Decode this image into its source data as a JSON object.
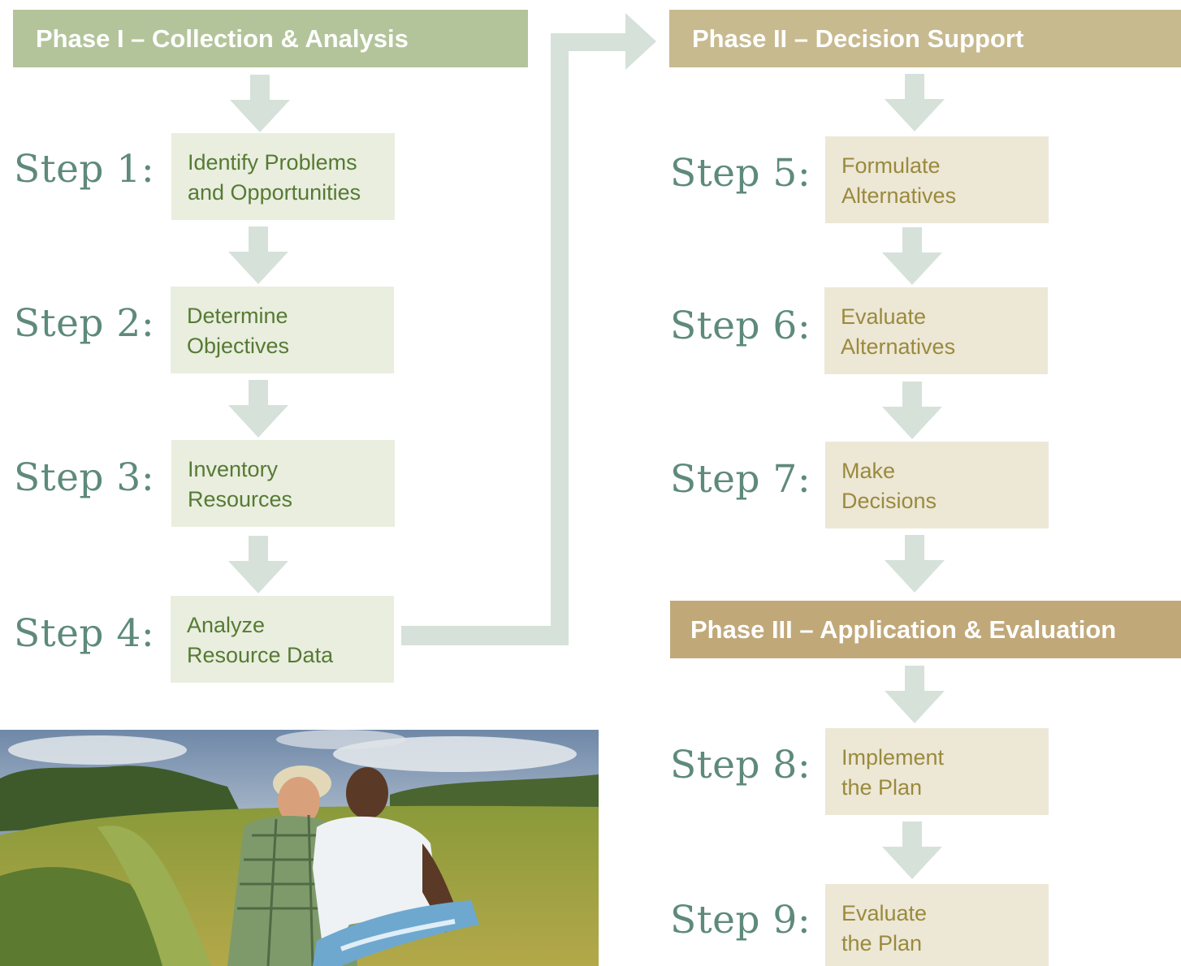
{
  "phases": {
    "phase1": "Phase I – Collection & Analysis",
    "phase2": "Phase II – Decision Support",
    "phase3": "Phase III – Application & Evaluation"
  },
  "steps": [
    {
      "label": "Step 1:",
      "line1": "Identify Problems",
      "line2": "and Opportunities"
    },
    {
      "label": "Step 2:",
      "line1": "Determine",
      "line2": "Objectives"
    },
    {
      "label": "Step 3:",
      "line1": "Inventory",
      "line2": "Resources"
    },
    {
      "label": "Step 4:",
      "line1": "Analyze",
      "line2": "Resource Data"
    },
    {
      "label": "Step 5:",
      "line1": "Formulate",
      "line2": "Alternatives"
    },
    {
      "label": "Step 6:",
      "line1": "Evaluate",
      "line2": "Alternatives"
    },
    {
      "label": "Step 7:",
      "line1": "Make",
      "line2": "Decisions"
    },
    {
      "label": "Step 8:",
      "line1": "Implement",
      "line2": "the Plan"
    },
    {
      "label": "Step 9:",
      "line1": "Evaluate",
      "line2": "the Plan"
    }
  ],
  "colors": {
    "phase1": "#b3c49a",
    "phase2": "#c7ba8f",
    "phase3": "#c0a879",
    "arrow": "#d6e1da",
    "step_label": "#5e8a7a",
    "green_box": "#e9eedf",
    "green_text": "#567a33",
    "tan_box": "#ede7d6",
    "tan_text": "#9a8a3c"
  }
}
